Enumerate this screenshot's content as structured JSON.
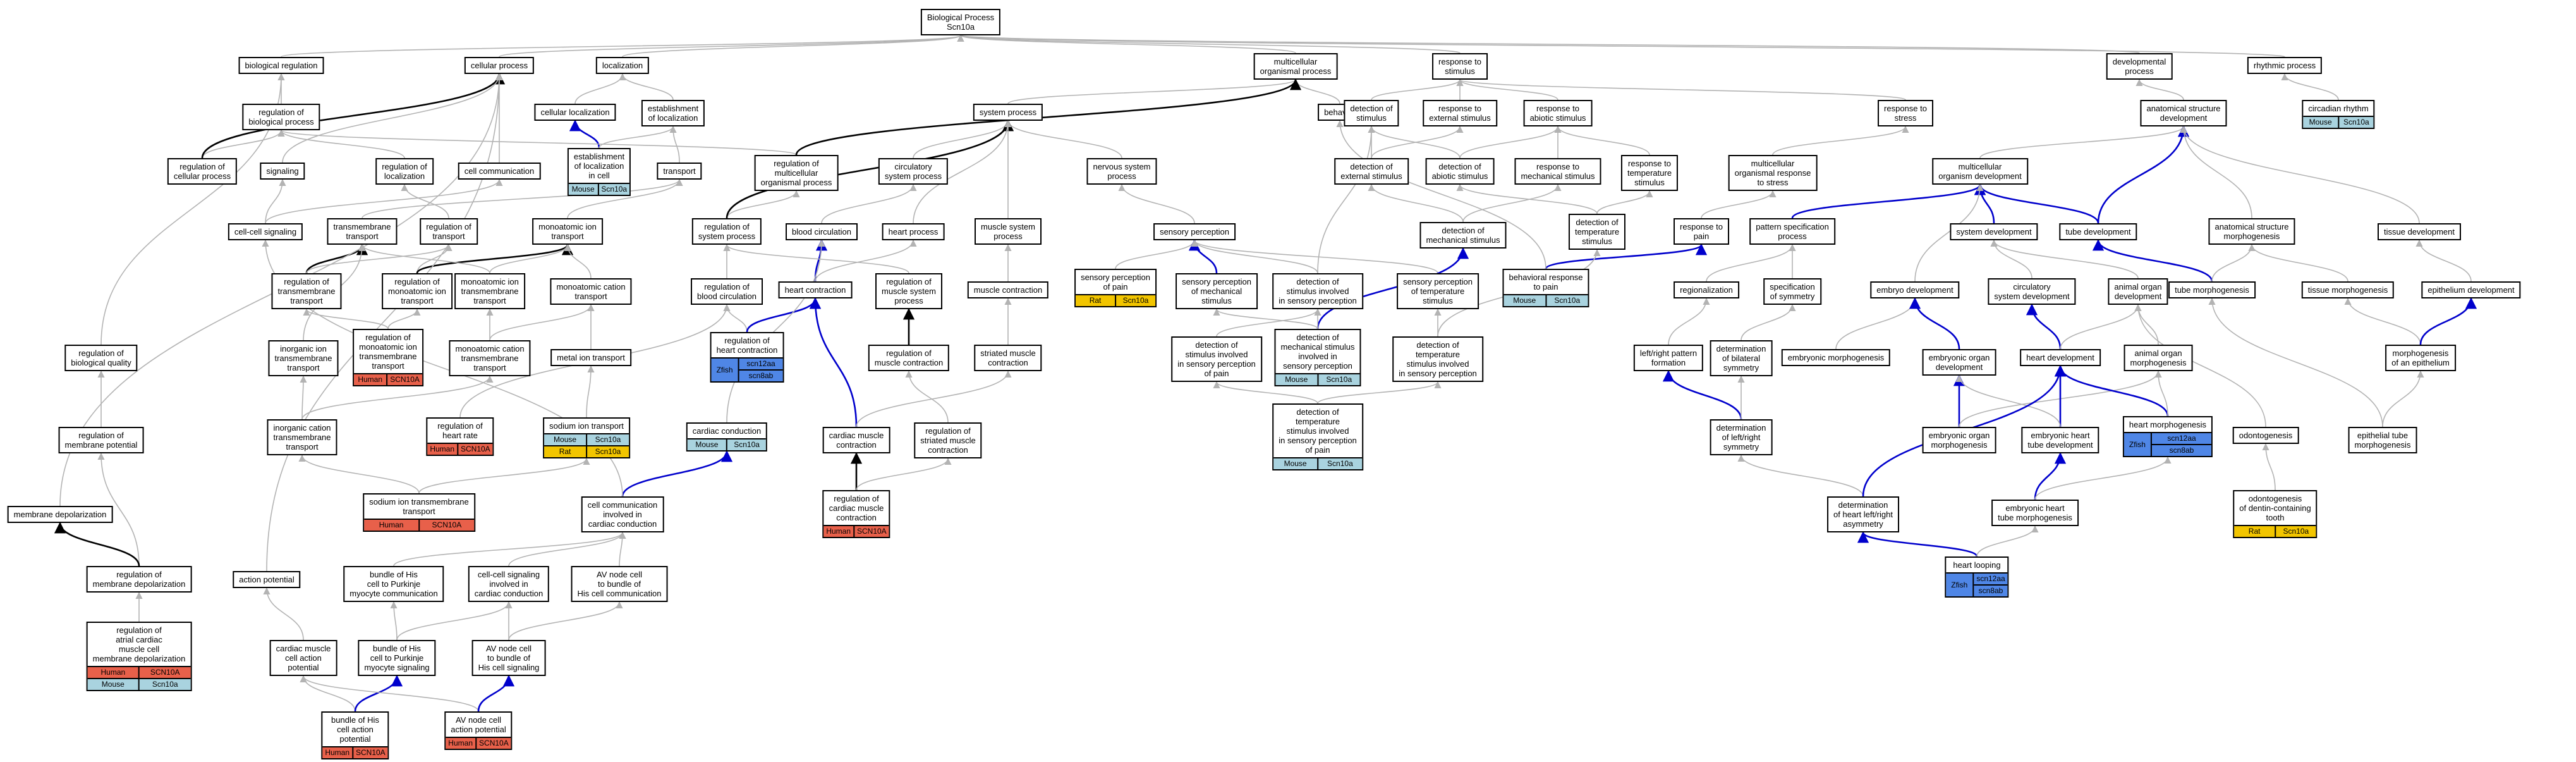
{
  "colors": {
    "edge_gray": "#b3b3b3",
    "edge_black": "#000000",
    "edge_blue": "#0000cc",
    "human": "#e8604a",
    "mouse": "#a9d3df",
    "rat": "#f2c500",
    "zfish": "#4f86e6"
  },
  "nodes": [
    {
      "id": "n1",
      "label": "Biological Process\nScn10a"
    },
    {
      "id": "n2",
      "label": "biological regulation"
    },
    {
      "id": "n3",
      "label": "cellular process"
    },
    {
      "id": "n4",
      "label": "localization"
    },
    {
      "id": "n5",
      "label": "multicellular\norganismal process"
    },
    {
      "id": "n6",
      "label": "response to\nstimulus"
    },
    {
      "id": "n7",
      "label": "developmental\nprocess"
    },
    {
      "id": "n8",
      "label": "rhythmic process"
    },
    {
      "id": "n9",
      "label": "regulation of\nbiological process"
    },
    {
      "id": "n10",
      "label": "cellular localization"
    },
    {
      "id": "n11",
      "label": "establishment\nof localization"
    },
    {
      "id": "n12",
      "label": "system process"
    },
    {
      "id": "n13",
      "label": "behavior"
    },
    {
      "id": "n14",
      "label": "detection of\nstimulus"
    },
    {
      "id": "n15",
      "label": "response to\nexternal stimulus"
    },
    {
      "id": "n16",
      "label": "response to\nabiotic stimulus"
    },
    {
      "id": "n17",
      "label": "response to\nstress"
    },
    {
      "id": "n18",
      "label": "anatomical structure\ndevelopment"
    },
    {
      "id": "n19",
      "label": "circadian rhythm",
      "ann": [
        {
          "sp": "Mouse",
          "gene": "Scn10a"
        }
      ]
    },
    {
      "id": "n20",
      "label": "regulation of\ncellular process"
    },
    {
      "id": "n21",
      "label": "signaling"
    },
    {
      "id": "n22",
      "label": "regulation of\nlocalization"
    },
    {
      "id": "n23",
      "label": "cell communication"
    },
    {
      "id": "n24",
      "label": "establishment\nof localization\nin cell",
      "ann": [
        {
          "sp": "Mouse",
          "gene": "Scn10a"
        }
      ]
    },
    {
      "id": "n25",
      "label": "transport"
    },
    {
      "id": "n26",
      "label": "regulation of\nmulticellular\norganismal process"
    },
    {
      "id": "n27",
      "label": "circulatory\nsystem process"
    },
    {
      "id": "n28",
      "label": "nervous system\nprocess"
    },
    {
      "id": "n29",
      "label": "detection of\nexternal stimulus"
    },
    {
      "id": "n30",
      "label": "detection of\nabiotic stimulus"
    },
    {
      "id": "n31",
      "label": "response to\nmechanical stimulus"
    },
    {
      "id": "n32",
      "label": "response to\ntemperature\nstimulus"
    },
    {
      "id": "n33",
      "label": "multicellular\norganismal response\nto stress"
    },
    {
      "id": "n34",
      "label": "multicellular\norganism development"
    },
    {
      "id": "n35",
      "label": "cell-cell signaling"
    },
    {
      "id": "n36",
      "label": "transmembrane\ntransport"
    },
    {
      "id": "n37",
      "label": "regulation of\ntransport"
    },
    {
      "id": "n38",
      "label": "monoatomic ion\ntransport"
    },
    {
      "id": "n39",
      "label": "regulation of\nsystem process"
    },
    {
      "id": "n40",
      "label": "blood circulation"
    },
    {
      "id": "n41",
      "label": "heart process"
    },
    {
      "id": "n42",
      "label": "muscle system\nprocess"
    },
    {
      "id": "n43",
      "label": "sensory perception"
    },
    {
      "id": "n44",
      "label": "detection of\nmechanical stimulus"
    },
    {
      "id": "n45",
      "label": "detection of\ntemperature\nstimulus"
    },
    {
      "id": "n46",
      "label": "response to\npain"
    },
    {
      "id": "n47",
      "label": "pattern specification\nprocess"
    },
    {
      "id": "n48",
      "label": "system development"
    },
    {
      "id": "n49",
      "label": "tube development"
    },
    {
      "id": "n50",
      "label": "anatomical structure\nmorphogenesis"
    },
    {
      "id": "n51",
      "label": "tissue development"
    },
    {
      "id": "n52",
      "label": "regulation of\ntransmembrane\ntransport"
    },
    {
      "id": "n53",
      "label": "regulation of\nmonoatomic ion\ntransport"
    },
    {
      "id": "n54",
      "label": "monoatomic ion\ntransmembrane\ntransport"
    },
    {
      "id": "n55",
      "label": "monoatomic cation\ntransport"
    },
    {
      "id": "n56",
      "label": "regulation of\nblood circulation"
    },
    {
      "id": "n57",
      "label": "heart contraction"
    },
    {
      "id": "n58",
      "label": "regulation of\nmuscle system\nprocess"
    },
    {
      "id": "n59",
      "label": "muscle contraction"
    },
    {
      "id": "n60",
      "label": "sensory perception\nof pain",
      "ann": [
        {
          "sp": "Rat",
          "gene": "Scn10a"
        }
      ]
    },
    {
      "id": "n61",
      "label": "sensory perception\nof mechanical\nstimulus"
    },
    {
      "id": "n62",
      "label": "detection of\nstimulus involved\nin sensory perception"
    },
    {
      "id": "n63",
      "label": "sensory perception\nof temperature\nstimulus"
    },
    {
      "id": "n64",
      "label": "behavioral response\nto pain",
      "ann": [
        {
          "sp": "Mouse",
          "gene": "Scn10a"
        }
      ]
    },
    {
      "id": "n65",
      "label": "regionalization"
    },
    {
      "id": "n66",
      "label": "specification\nof symmetry"
    },
    {
      "id": "n67",
      "label": "embryo development"
    },
    {
      "id": "n68",
      "label": "circulatory\nsystem development"
    },
    {
      "id": "n69",
      "label": "animal organ\ndevelopment"
    },
    {
      "id": "n70",
      "label": "tube morphogenesis"
    },
    {
      "id": "n71",
      "label": "tissue morphogenesis"
    },
    {
      "id": "n72",
      "label": "epithelium development"
    },
    {
      "id": "n73",
      "label": "regulation of\nmonoatomic ion\ntransmembrane\ntransport",
      "ann": [
        {
          "sp": "Human",
          "gene": "SCN10A"
        }
      ]
    },
    {
      "id": "n74",
      "label": "monoatomic cation\ntransmembrane\ntransport"
    },
    {
      "id": "n75",
      "label": "metal ion transport"
    },
    {
      "id": "n76",
      "label": "inorganic ion\ntransmembrane\ntransport"
    },
    {
      "id": "n77",
      "label": "regulation of\nheart contraction",
      "multi": {
        "sp": "Zfish",
        "genes": [
          "scn12aa",
          "scn8ab"
        ]
      }
    },
    {
      "id": "n78",
      "label": "regulation of\nmuscle contraction"
    },
    {
      "id": "n79",
      "label": "striated muscle\ncontraction"
    },
    {
      "id": "n80",
      "label": "detection of\nstimulus involved\nin sensory perception\nof pain"
    },
    {
      "id": "n81",
      "label": "detection of\nmechanical stimulus\ninvolved in\nsensory perception",
      "ann": [
        {
          "sp": "Mouse",
          "gene": "Scn10a"
        }
      ]
    },
    {
      "id": "n82",
      "label": "detection of\ntemperature\nstimulus involved\nin sensory perception"
    },
    {
      "id": "n83",
      "label": "left/right pattern\nformation"
    },
    {
      "id": "n84",
      "label": "determination\nof bilateral\nsymmetry"
    },
    {
      "id": "n85",
      "label": "embryonic morphogenesis"
    },
    {
      "id": "n86",
      "label": "embryonic organ\ndevelopment"
    },
    {
      "id": "n87",
      "label": "heart development"
    },
    {
      "id": "n88",
      "label": "animal organ\nmorphogenesis"
    },
    {
      "id": "n89",
      "label": "morphogenesis\nof an epithelium"
    },
    {
      "id": "n90",
      "label": "regulation of\nbiological quality"
    },
    {
      "id": "n91",
      "label": "inorganic cation\ntransmembrane\ntransport"
    },
    {
      "id": "n92",
      "label": "regulation of\nheart rate",
      "ann": [
        {
          "sp": "Human",
          "gene": "SCN10A"
        }
      ]
    },
    {
      "id": "n93",
      "label": "sodium ion transport",
      "ann": [
        {
          "sp": "Mouse",
          "gene": "Scn10a"
        },
        {
          "sp": "Rat",
          "gene": "Scn10a"
        }
      ]
    },
    {
      "id": "n94",
      "label": "cardiac conduction",
      "ann": [
        {
          "sp": "Mouse",
          "gene": "Scn10a"
        }
      ]
    },
    {
      "id": "n95",
      "label": "cardiac muscle\ncontraction"
    },
    {
      "id": "n96",
      "label": "regulation of\nstriated muscle\ncontraction"
    },
    {
      "id": "n97",
      "label": "detection of\ntemperature\nstimulus involved\nin sensory perception\nof pain",
      "ann": [
        {
          "sp": "Mouse",
          "gene": "Scn10a"
        }
      ]
    },
    {
      "id": "n98",
      "label": "determination\nof left/right\nsymmetry"
    },
    {
      "id": "n99",
      "label": "embryonic organ\nmorphogenesis"
    },
    {
      "id": "n100",
      "label": "embryonic heart\ntube development"
    },
    {
      "id": "n101",
      "label": "heart morphogenesis",
      "multi": {
        "sp": "Zfish",
        "genes": [
          "scn12aa",
          "scn8ab"
        ]
      }
    },
    {
      "id": "n102",
      "label": "odontogenesis"
    },
    {
      "id": "n103",
      "label": "epithelial tube\nmorphogenesis"
    },
    {
      "id": "n104",
      "label": "regulation of\nmembrane potential"
    },
    {
      "id": "n105",
      "label": "sodium ion transmembrane\ntransport",
      "ann": [
        {
          "sp": "Human",
          "gene": "SCN10A"
        }
      ]
    },
    {
      "id": "n106",
      "label": "regulation of\ncardiac muscle\ncontraction",
      "ann": [
        {
          "sp": "Human",
          "gene": "SCN10A"
        }
      ]
    },
    {
      "id": "n107",
      "label": "cell communication\ninvolved in\ncardiac conduction"
    },
    {
      "id": "n108",
      "label": "determination\nof heart left/right\nasymmetry"
    },
    {
      "id": "n109",
      "label": "embryonic heart\ntube morphogenesis"
    },
    {
      "id": "n110",
      "label": "odontogenesis\nof dentin-containing\ntooth",
      "ann": [
        {
          "sp": "Rat",
          "gene": "Scn10a"
        }
      ]
    },
    {
      "id": "n111",
      "label": "membrane depolarization"
    },
    {
      "id": "n112",
      "label": "regulation of\nmembrane depolarization"
    },
    {
      "id": "n113",
      "label": "action potential"
    },
    {
      "id": "n114",
      "label": "bundle of His\ncell to Purkinje\nmyocyte communication"
    },
    {
      "id": "n115",
      "label": "cell-cell signaling\ninvolved in\ncardiac conduction"
    },
    {
      "id": "n116",
      "label": "AV node cell\nto bundle of\nHis cell communication"
    },
    {
      "id": "n117",
      "label": "heart looping",
      "multi": {
        "sp": "Zfish",
        "genes": [
          "scn12aa",
          "scn8ab"
        ]
      }
    },
    {
      "id": "n118",
      "label": "regulation of\natrial cardiac\nmuscle cell\nmembrane depolarization",
      "ann": [
        {
          "sp": "Human",
          "gene": "SCN10A"
        },
        {
          "sp": "Mouse",
          "gene": "Scn10a"
        }
      ]
    },
    {
      "id": "n119",
      "label": "cardiac muscle\ncell action\npotential"
    },
    {
      "id": "n120",
      "label": "bundle of His\ncell to Purkinje\nmyocyte signaling"
    },
    {
      "id": "n121",
      "label": "AV node cell\nto bundle of\nHis cell signaling"
    },
    {
      "id": "n122",
      "label": "bundle of His\ncell action\npotential",
      "ann": [
        {
          "sp": "Human",
          "gene": "SCN10A"
        }
      ]
    },
    {
      "id": "n123",
      "label": "AV node cell\naction potential",
      "ann": [
        {
          "sp": "Human",
          "gene": "SCN10A"
        }
      ]
    }
  ]
}
